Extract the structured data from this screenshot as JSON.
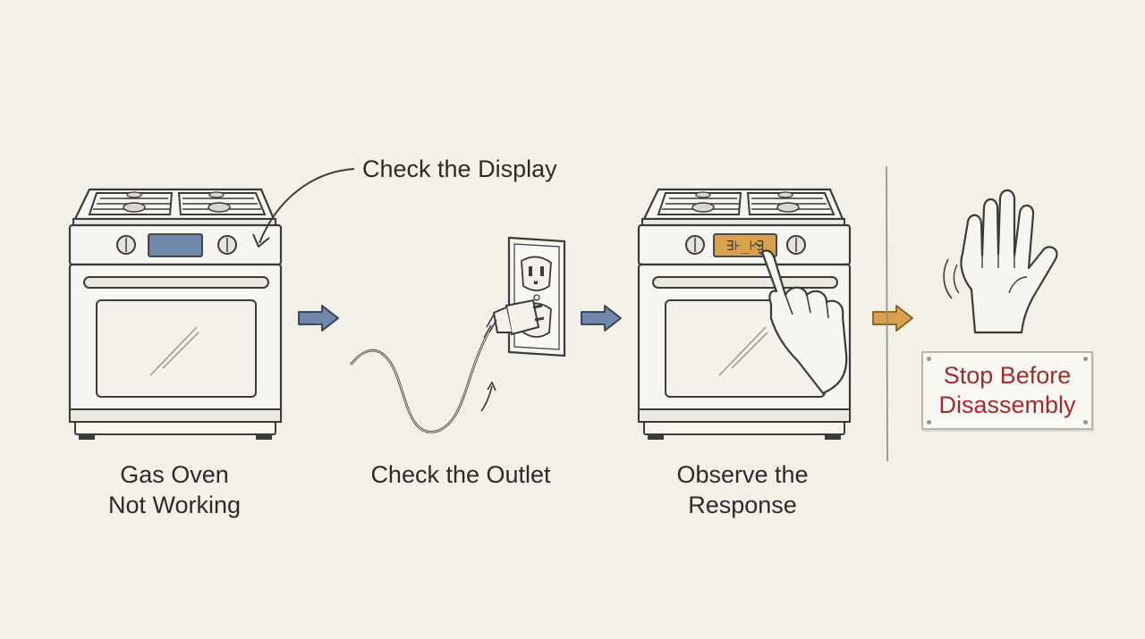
{
  "callout": {
    "text": "Check the Display"
  },
  "steps": [
    {
      "lines": [
        "Gas Oven",
        "Not Working"
      ],
      "display_color": "#6f87aa"
    },
    {
      "lines": [
        "Check the Outlet"
      ]
    },
    {
      "lines": [
        "Observe the",
        "Response"
      ],
      "display_color": "#d9a14e",
      "display_glyphs": "∃⊦_⊦∃"
    }
  ],
  "stop": {
    "lines": [
      "Stop Before",
      "Disassembly"
    ],
    "text_color": "#a32a2a"
  },
  "colors": {
    "background": "#f3f0e7",
    "arrow_flow": "#6f87aa",
    "arrow_warning": "#d9a14e",
    "line_art": "#3a3a3a"
  },
  "icons": [
    "gas-oven-icon",
    "wall-outlet-icon",
    "power-plug-icon",
    "pointing-hand-icon",
    "raised-hand-icon",
    "flow-arrow-icon",
    "warning-arrow-icon",
    "callout-arrow-icon"
  ]
}
